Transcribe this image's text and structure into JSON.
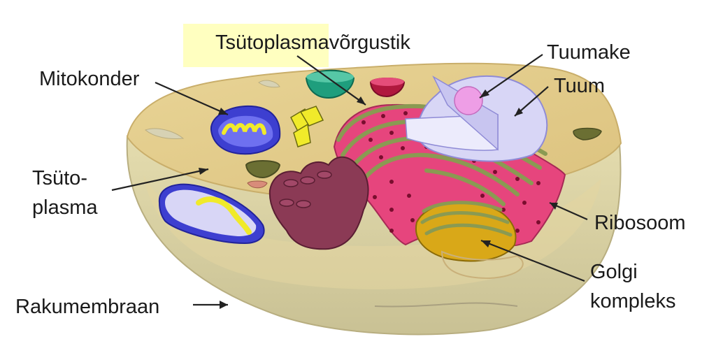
{
  "labels": {
    "er": "Tsütoplasmavõrgustik",
    "mitochondrion": "Mitokonder",
    "cytoplasm_1": "Tsüto-",
    "cytoplasm_2": "plasma",
    "membrane": "Rakumembraan",
    "nucleolus": "Tuumake",
    "nucleus": "Tuum",
    "ribosome": "Ribosoom",
    "golgi_1": "Golgi",
    "golgi_2": "kompleks"
  },
  "colors": {
    "highlight": "#ffffc0",
    "cytoplasm": "#e6cf8e",
    "membrane": "#d6cfa2",
    "rough_er": "#e6457d",
    "er_wall": "#8a9a52",
    "smooth_er": "#8b3a55",
    "nucleus": "#d8d6f6",
    "nucleolus": "#ee9ee6",
    "mitochondrion": "#3d3fd0",
    "mito_inner": "#f0ea2a",
    "golgi": "#d9a818",
    "vesicle": "#1f9e7d",
    "lysosome": "#b0183e"
  }
}
